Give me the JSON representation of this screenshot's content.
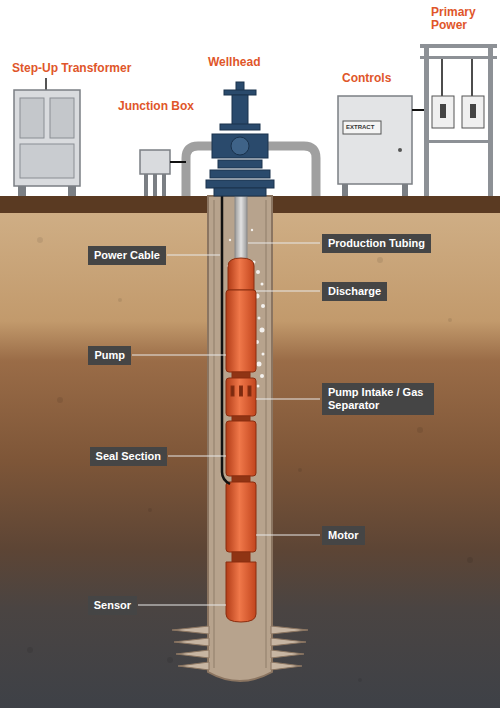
{
  "diagram": {
    "nodes": [
      {
        "text": [
          "Production Tubing"
        ]
      },
      {
        "text": [
          "Power Cable"
        ]
      },
      {
        "text": [
          "Discharge"
        ]
      },
      {
        "text": [
          "Pump"
        ]
      },
      {
        "text": [
          "Pump Intake / Gas Separator"
        ]
      },
      {
        "text": [
          "Seal Section"
        ]
      },
      {
        "text": [
          "Motor"
        ]
      },
      {
        "text": [
          "Sensor"
        ]
      }
    ],
    "labels": [
      "Primary Power",
      "Step-Up Transformer",
      "Junction Box",
      "Wellhead",
      "Controls",
      "EXTRACT"
    ]
  }
}
